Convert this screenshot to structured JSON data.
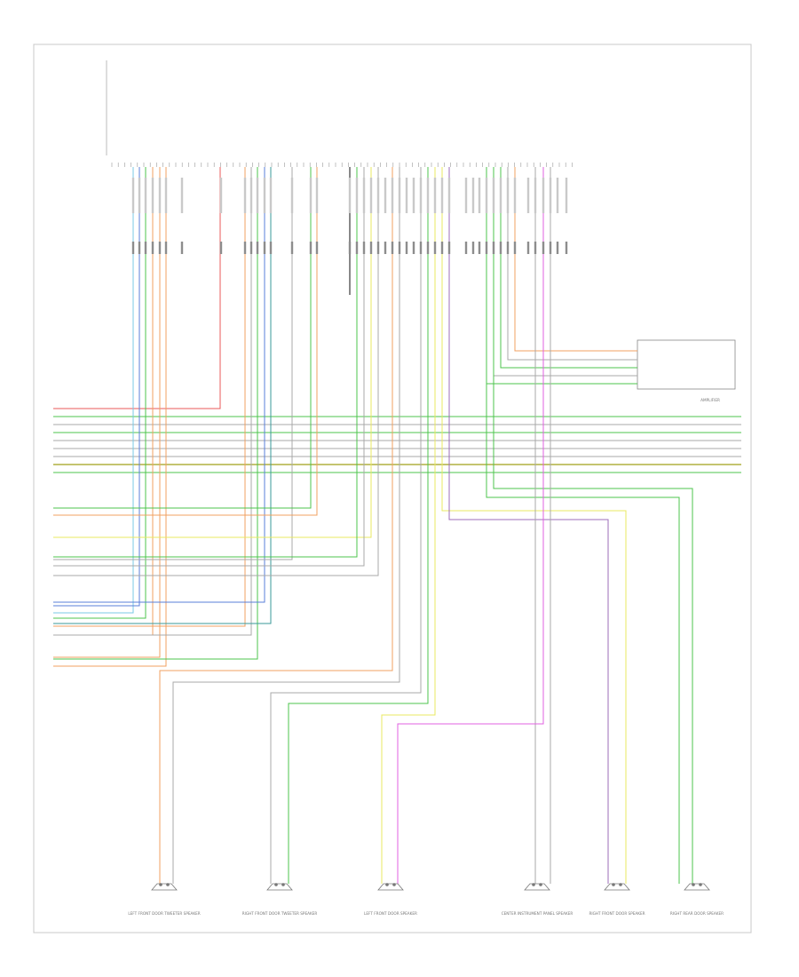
{
  "footer_code": "",
  "speakers": [
    {
      "caption": "LEFT FRONT DOOR TWEETER SPEAKER"
    },
    {
      "caption": "RIGHT FRONT DOOR TWEETER SPEAKER"
    },
    {
      "caption": "LEFT FRONT DOOR SPEAKER"
    },
    {
      "caption": "CENTER INSTRUMENT PANEL SPEAKER"
    },
    {
      "caption": "RIGHT FRONT DOOR SPEAKER"
    },
    {
      "caption": "RIGHT REAR DOOR SPEAKER"
    }
  ],
  "amplifier": {
    "caption": "AMPLIFIER"
  },
  "colors": {
    "frame": "#c8c8c8",
    "red": "#e8585a",
    "blue": "#5a7fd8",
    "cyan": "#7ac8e6",
    "orange": "#f0a060",
    "green": "#4cc44c",
    "yellow": "#e8e860",
    "violet": "#9c6cb8",
    "magenta": "#e060e0",
    "teal": "#3a9a9a",
    "gray": "#a8a8a8",
    "olive": "#b0b040"
  }
}
